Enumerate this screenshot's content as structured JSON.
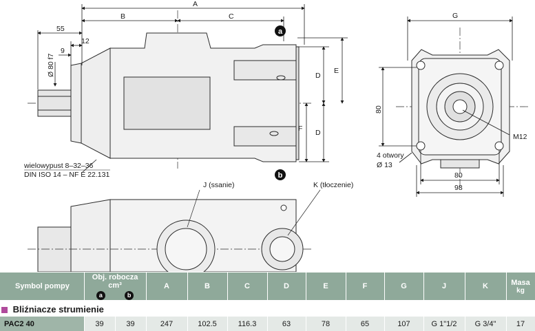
{
  "drawing": {
    "labels": {
      "A": "A",
      "B": "B",
      "C": "C",
      "G": "G",
      "dim_55": "55",
      "dim_12": "12",
      "dim_9": "9",
      "dia_80": "Ø 80 f7",
      "D_top": "D",
      "E": "E",
      "D_bottom": "D",
      "F": "F",
      "dim_80_side": "80",
      "M12": "M12",
      "holes": "4 otwory",
      "dia_13": "Ø 13",
      "dim_80_bottom": "80",
      "dim_98": "98",
      "spline_1": "wielowypust 8–32–36",
      "spline_2": "DIN ISO 14 – NF E 22.131",
      "J": "J (ssanie)",
      "K": "K (tłoczenie)",
      "port_a": "a",
      "port_b": "b"
    }
  },
  "table": {
    "headers": {
      "symbol": "Symbol pompy",
      "volume": "Obj. robocza cm³",
      "a": "a",
      "b": "b",
      "A": "A",
      "B": "B",
      "C": "C",
      "D": "D",
      "E": "E",
      "F": "F",
      "G": "G",
      "J": "J",
      "K": "K",
      "mass": "Masa",
      "mass_unit": "kg"
    },
    "group_title": "Bliźniacze strumienie",
    "row": {
      "symbol": "PAC2 40",
      "vol_a": "39",
      "vol_b": "39",
      "A": "247",
      "B": "102.5",
      "C": "116.3",
      "D": "63",
      "E": "78",
      "F": "65",
      "G": "107",
      "J": "G 1\"1/2",
      "K": "G 3/4\"",
      "mass": "17"
    }
  }
}
